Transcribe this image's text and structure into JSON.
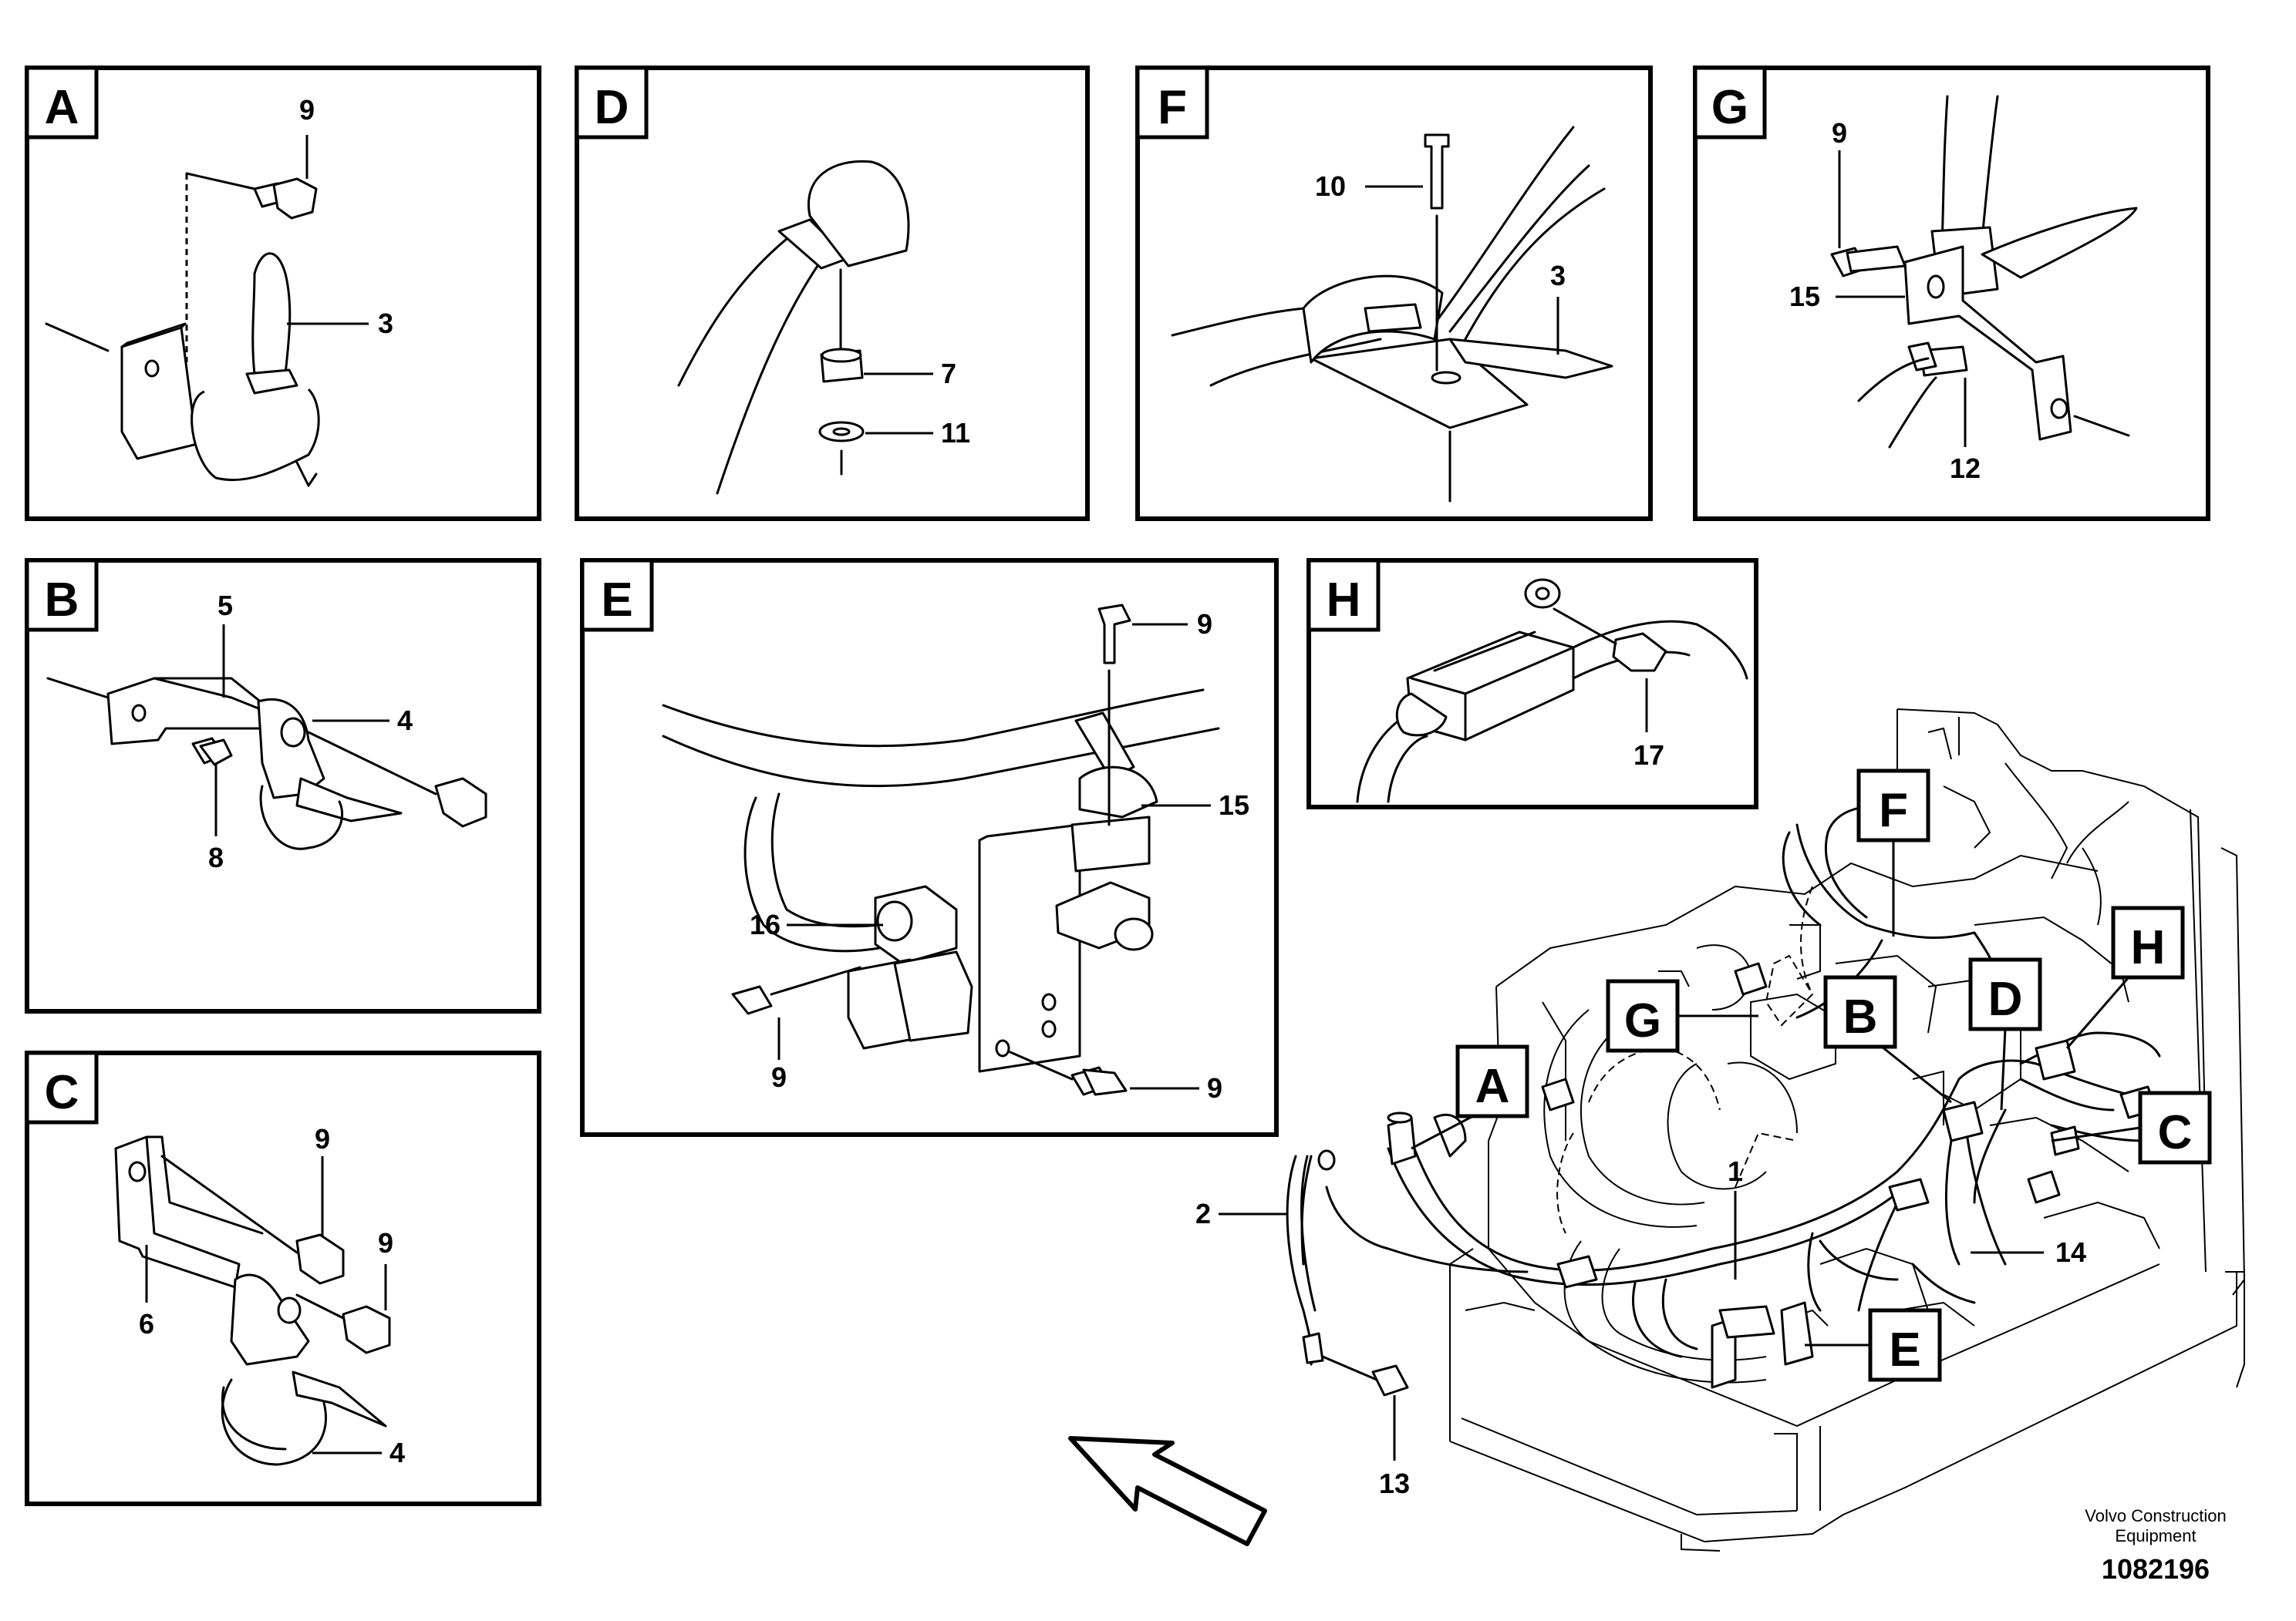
{
  "panels": {
    "A": {
      "letter": "A",
      "labels": [
        "9",
        "3"
      ]
    },
    "D": {
      "letter": "D",
      "labels": [
        "7",
        "11"
      ]
    },
    "F": {
      "letter": "F",
      "labels": [
        "10",
        "3"
      ]
    },
    "G": {
      "letter": "G",
      "labels": [
        "9",
        "15",
        "12"
      ]
    },
    "B": {
      "letter": "B",
      "labels": [
        "5",
        "4",
        "8"
      ]
    },
    "E": {
      "letter": "E",
      "labels": [
        "9",
        "15",
        "16",
        "9",
        "9"
      ]
    },
    "H": {
      "letter": "H",
      "labels": [
        "17"
      ]
    },
    "C": {
      "letter": "C",
      "labels": [
        "9",
        "9",
        "6",
        "4"
      ]
    }
  },
  "main": {
    "callouts": [
      "F",
      "G",
      "B",
      "D",
      "H",
      "A",
      "C",
      "E"
    ],
    "labels": [
      "1",
      "2",
      "14",
      "13"
    ]
  },
  "footer": {
    "company_line1": "Volvo Construction",
    "company_line2": "Equipment",
    "drawing_number": "1082196"
  }
}
